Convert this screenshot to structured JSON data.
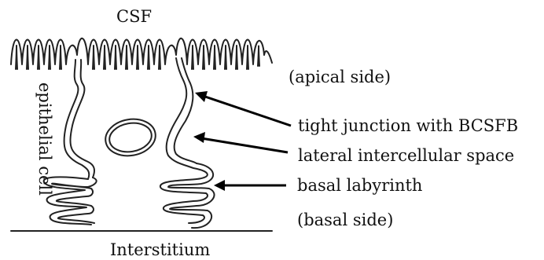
{
  "diagram": {
    "labels": {
      "top": "CSF",
      "bottom": "Interstitium",
      "left": "epithelial cell",
      "apical": "(apical side)",
      "basal": "(basal side)"
    },
    "annotations": [
      {
        "id": "tight-junction",
        "text": "tight junction with BCSFB"
      },
      {
        "id": "lateral-space",
        "text": "lateral intercellular space"
      },
      {
        "id": "basal-labyrinth",
        "text": "basal labyrinth"
      }
    ]
  }
}
